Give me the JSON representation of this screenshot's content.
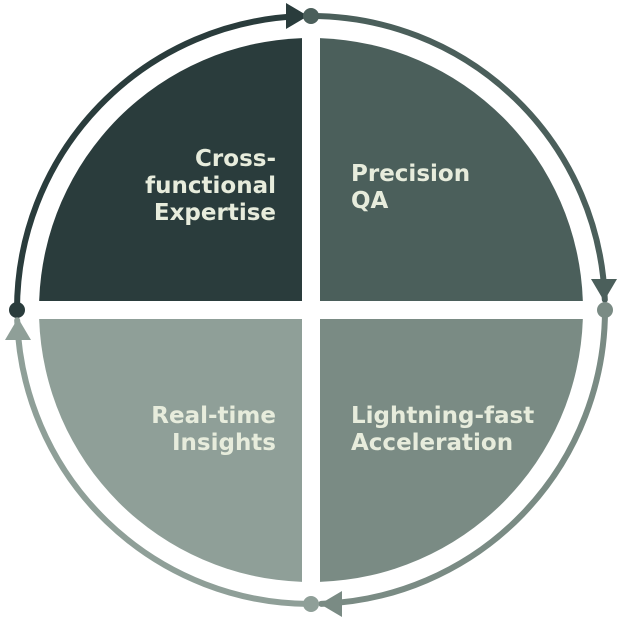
{
  "diagram": {
    "quadrants": [
      {
        "id": "top-left",
        "lines": [
          "Cross-",
          "functional",
          "Expertise"
        ],
        "fill": "#2a3c3c",
        "text_color": "#e7ecdc"
      },
      {
        "id": "top-right",
        "lines": [
          "Precision",
          "QA"
        ],
        "fill": "#4b5f5b",
        "text_color": "#e7ecdc"
      },
      {
        "id": "bottom-right",
        "lines": [
          "Lightning-fast",
          "Acceleration"
        ],
        "fill": "#7a8b84",
        "text_color": "#e7ecdc"
      },
      {
        "id": "bottom-left",
        "lines": [
          "Real-time",
          "Insights"
        ],
        "fill": "#8f9f98",
        "text_color": "#e7ecdc"
      }
    ],
    "arrow_colors": {
      "top-left": "#2a3c3c",
      "top-right": "#4b5f5b",
      "bottom-right": "#7a8b84",
      "bottom-left": "#8f9f98"
    },
    "flow": "clockwise"
  }
}
